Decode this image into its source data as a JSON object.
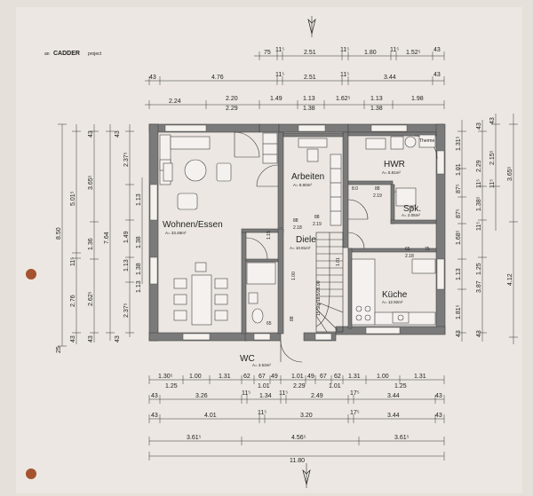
{
  "logo": {
    "prefix": "an",
    "brand": "CADDER",
    "suffix": "project"
  },
  "rooms": [
    {
      "name": "Wohnen/Essen",
      "area": "A= 33.48m²"
    },
    {
      "name": "Arbeiten",
      "area": "A= 8.80m²"
    },
    {
      "name": "HWR",
      "area": "A= 5.81m²"
    },
    {
      "name": "Spk.",
      "area": "A= 2.05m²"
    },
    {
      "name": "Diele",
      "area": "A= 10.81m²"
    },
    {
      "name": "Küche",
      "area": "A= 12.92m²"
    },
    {
      "name": "WC",
      "area": "A= 3.53m²"
    }
  ],
  "stair": {
    "label": "15 Stg 18.5/26.00"
  },
  "appliance": {
    "label": "Therme"
  },
  "top_dims": {
    "row1": [
      "75",
      "11⁵",
      "2.51",
      "11⁵",
      "1.80",
      "11⁵",
      "1.52⁵",
      "43"
    ],
    "row2": [
      "43",
      "4.76",
      "11⁵",
      "2.51",
      "11⁵",
      "3.44",
      "43"
    ],
    "row3": [
      "2.24",
      "2.20",
      "1.49",
      "1.13",
      "1.62⁵",
      "1.13",
      "1.98"
    ],
    "row3b": [
      "2.29",
      "1.38",
      "1.38"
    ]
  },
  "bottom_dims": {
    "row1": [
      "1.30⁵",
      "1.00",
      "1.31",
      "62",
      "67",
      "49",
      "1.01",
      "49",
      "67",
      "62",
      "1.31",
      "1.00",
      "1.31"
    ],
    "row1b": [
      "1.25",
      "1.01",
      "2.29",
      "1.01",
      "1.25"
    ],
    "row2": [
      "43",
      "3.26",
      "11⁵",
      "1.34",
      "11⁵",
      "2.49",
      "17⁵",
      "3.44",
      "43"
    ],
    "row3": [
      "43",
      "4.01",
      "11⁵",
      "3.20",
      "17⁵",
      "3.44",
      "43"
    ],
    "row4": [
      "3.61⁵",
      "4.56⁵",
      "3.61⁵"
    ],
    "row5": [
      "11.80"
    ]
  },
  "left_dims": {
    "outer": [
      "8.50"
    ],
    "col2": [
      "5.01⁵",
      "11⁵",
      "2.76",
      "43"
    ],
    "col3": [
      "43",
      "3.65⁵",
      "1.36",
      "2.62⁵",
      "43"
    ],
    "col4": [
      "7.64"
    ],
    "col5": [
      "43",
      "2.37⁵",
      "1.49",
      "1.13",
      "2.37⁵",
      "43"
    ],
    "col6": [
      "1.13",
      "1.38",
      "1.38",
      "1.13"
    ],
    "misc": [
      "25"
    ]
  },
  "right_dims": {
    "col1": [
      "1.31⁵",
      "1.01",
      "87⁵",
      "87⁵",
      "1.68⁵",
      "1.13",
      "1.81⁵",
      "43"
    ],
    "col2": [
      "43",
      "2.29",
      "11⁵",
      "1.38⁵",
      "11⁵",
      "1.25",
      "3.87",
      "43"
    ],
    "col3": [
      "43",
      "2.15⁵",
      "11⁵"
    ],
    "col4": [
      "3.65⁵",
      "4.12"
    ]
  },
  "interior_dims": [
    "88",
    "2.19",
    "88",
    "2.19",
    "88",
    "2.18",
    "65",
    "75",
    "2.18",
    "65",
    "1.00",
    "1.01",
    "1.15",
    "88",
    "2.19",
    "8.0"
  ]
}
